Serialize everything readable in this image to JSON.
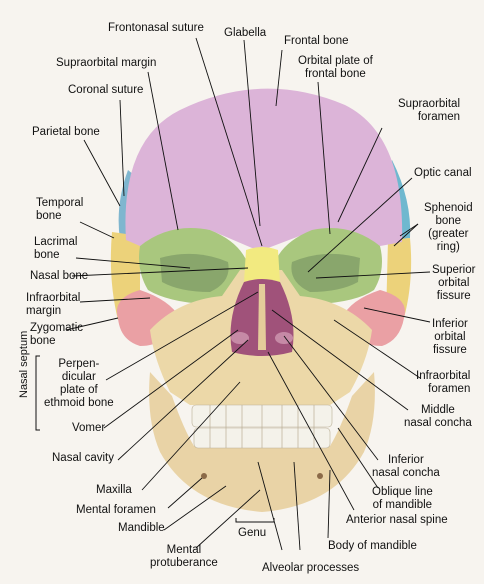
{
  "labels": {
    "frontonasal_suture": "Frontonasal suture",
    "glabella": "Glabella",
    "frontal_bone": "Frontal bone",
    "supraorbital_margin": "Supraorbital margin",
    "orbital_plate": "Orbital plate of\nfrontal bone",
    "coronal_suture": "Coronal suture",
    "supraorbital_foramen": "Supraorbital\nforamen",
    "parietal_bone": "Parietal bone",
    "optic_canal": "Optic canal",
    "temporal_bone": "Temporal\nbone",
    "sphenoid_bone": "Sphenoid\nbone\n(greater\nring)",
    "lacrimal_bone": "Lacrimal\nbone",
    "nasal_bone": "Nasal bone",
    "superior_orbital_fissure": "Superior\norbital\nfissure",
    "infraorbital_margin": "Infraorbital\nmargin",
    "zygomatic_bone": "Zygomatic\nbone",
    "inferior_orbital_fissure": "Inferior\norbital\nfissure",
    "perpendicular_plate": "Perpen-\ndicular\nplate of\nethmoid bone",
    "nasal_septum": "Nasal septum",
    "infraorbital_foramen": "Infraorbital\nforamen",
    "vomer": "Vomer",
    "middle_nasal_concha": "Middle\nnasal concha",
    "nasal_cavity": "Nasal cavity",
    "inferior_nasal_concha": "Inferior\nnasal concha",
    "maxilla": "Maxilla",
    "oblique_line": "Oblique line\nof mandible",
    "mental_foramen": "Mental foramen",
    "mandible": "Mandible",
    "anterior_nasal_spine": "Anterior nasal spine",
    "genu": "Genu",
    "mental_protuberance": "Mental\nprotuberance",
    "body_of_mandible": "Body of mandible",
    "alveolar_processes": "Alveolar processes"
  },
  "colors": {
    "frontal": "#dcb4d8",
    "parietal": "#7fb6cf",
    "temporal": "#ecd27a",
    "sphenoid": "#6fb8cf",
    "orbit_green": "#a9c77e",
    "zygomatic": "#eaa0a4",
    "maxilla": "#ecd8a8",
    "mandible": "#e9d3a6",
    "nasal": "#f2ea80",
    "cavity": "#a0527a",
    "teeth": "#f4f2ea",
    "leader": "#111111"
  }
}
